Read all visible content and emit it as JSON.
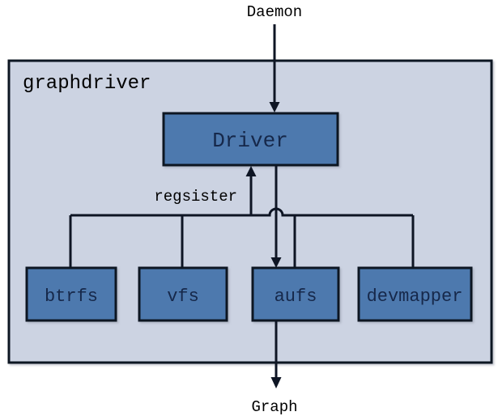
{
  "diagram": {
    "top_label": "Daemon",
    "container_label": "graphdriver",
    "driver_box_label": "Driver",
    "edge_label": "regsister",
    "leaf_boxes": [
      {
        "label": "btrfs"
      },
      {
        "label": "vfs"
      },
      {
        "label": "aufs"
      },
      {
        "label": "devmapper"
      }
    ],
    "bottom_label": "Graph"
  },
  "colors": {
    "container_fill": "#ccd3e2",
    "box_fill": "#4d79ae",
    "line": "#0e1524",
    "box_border": "#0e1524",
    "box_text": "#16284a",
    "label_text": "#000000"
  }
}
